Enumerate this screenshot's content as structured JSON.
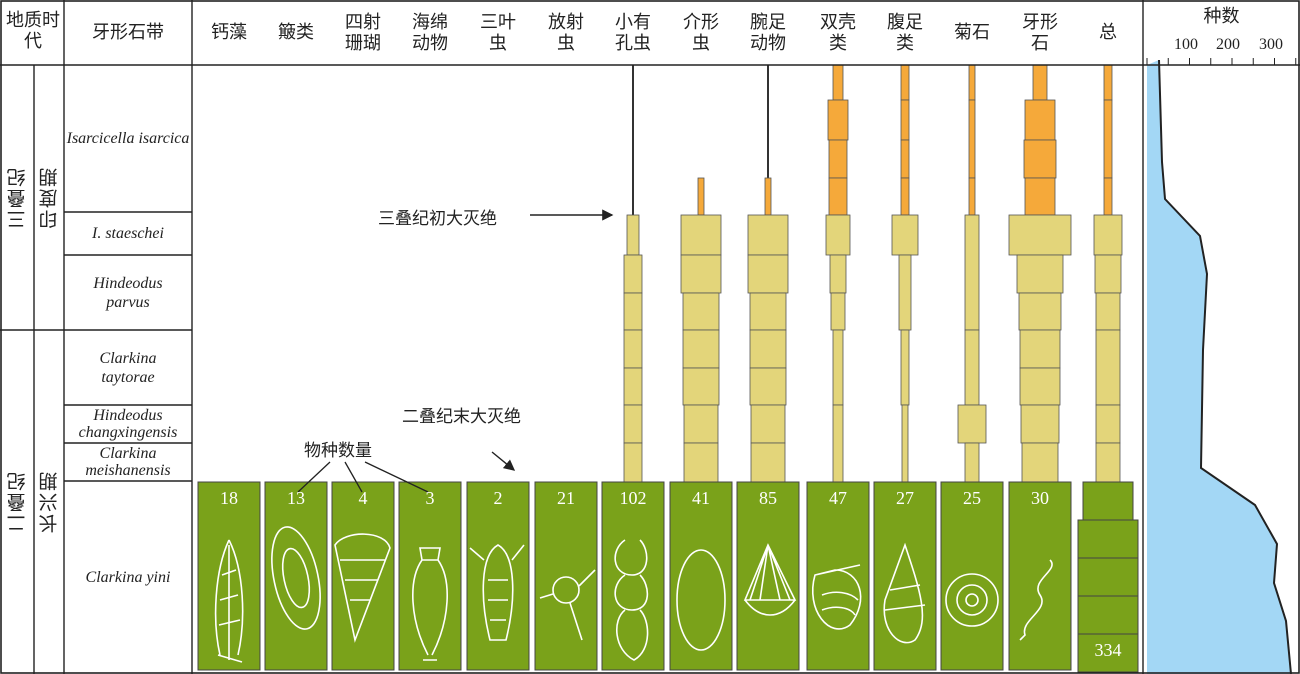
{
  "header": {
    "era_label": "地质时代",
    "zone_label": "牙形石带",
    "species_label": "种数",
    "axis_ticks": [
      "100",
      "200",
      "300"
    ]
  },
  "periods": [
    "三叠纪",
    "二叠纪"
  ],
  "stages": [
    "印度期",
    "长兴期"
  ],
  "zones": [
    "Isarcicella isarcica",
    "I. staeschei",
    "Hindeodus parvus",
    "Clarkina taytorae",
    "Hindeodus changxingensis",
    "Clarkina meishanensis",
    "Clarkina yini"
  ],
  "taxa": [
    {
      "name": "钙藻",
      "count": "18"
    },
    {
      "name": "簸类",
      "count": "13"
    },
    {
      "name": "四射珊瑚",
      "count": "4"
    },
    {
      "name": "海绵动物",
      "count": "3"
    },
    {
      "name": "三叶虫",
      "count": "2"
    },
    {
      "name": "放射虫",
      "count": "21"
    },
    {
      "name": "小有孔虫",
      "count": "102"
    },
    {
      "name": "介形虫",
      "count": "41"
    },
    {
      "name": "腕足动物",
      "count": "85"
    },
    {
      "name": "双壳类",
      "count": "47"
    },
    {
      "name": "腹足类",
      "count": "27"
    },
    {
      "name": "菊石",
      "count": "25"
    },
    {
      "name": "牙形石",
      "count": "30"
    },
    {
      "name": "总",
      "count": "334"
    }
  ],
  "annotations": {
    "triassic_extinction": "三叠纪初大灭绝",
    "permian_extinction": "二叠纪末大灭绝",
    "species_count": "物种数量"
  },
  "colors": {
    "green": "#7aa21a",
    "yellow": "#e3d57a",
    "orange": "#f5a93a",
    "blue": "#a3d7f5"
  }
}
